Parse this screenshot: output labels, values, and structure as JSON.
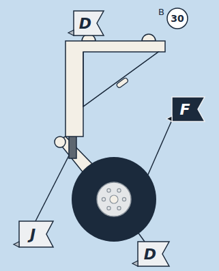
{
  "diagram": {
    "nodes": [
      {
        "text": [
          "D"
        ]
      },
      {
        "text": [
          "B",
          "30"
        ]
      },
      {
        "text": [
          "F"
        ]
      },
      {
        "text": [
          "J"
        ]
      },
      {
        "text": [
          "D"
        ]
      }
    ]
  }
}
